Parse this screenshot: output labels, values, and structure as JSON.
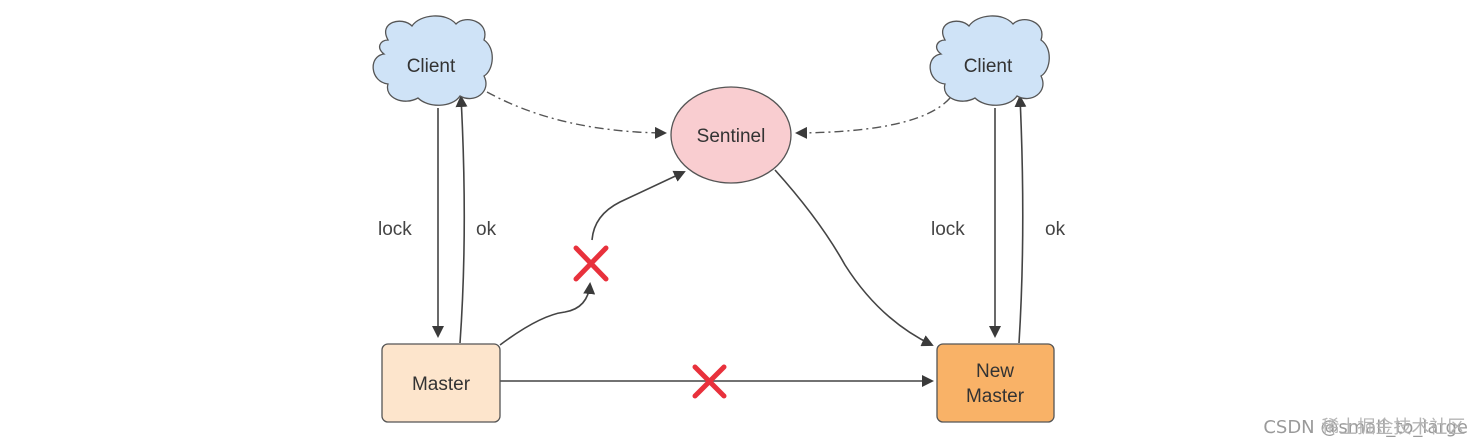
{
  "nodes": {
    "client_left": {
      "label": "Client",
      "fill": "#cfe3f7"
    },
    "client_right": {
      "label": "Client",
      "fill": "#cfe3f7"
    },
    "sentinel": {
      "label": "Sentinel",
      "fill": "#f9cdd0"
    },
    "master": {
      "label": "Master",
      "fill": "#fde5cc"
    },
    "new_master": {
      "label_line1": "New",
      "label_line2": "Master",
      "fill": "#f9b267"
    }
  },
  "edges": {
    "left_lock": "lock",
    "left_ok": "ok",
    "right_lock": "lock",
    "right_ok": "ok"
  },
  "failure_marker": {
    "color": "#e8313c"
  },
  "watermark": {
    "text": "CSDN @small_to_large",
    "overlay": "稀土掘金技术社区"
  }
}
